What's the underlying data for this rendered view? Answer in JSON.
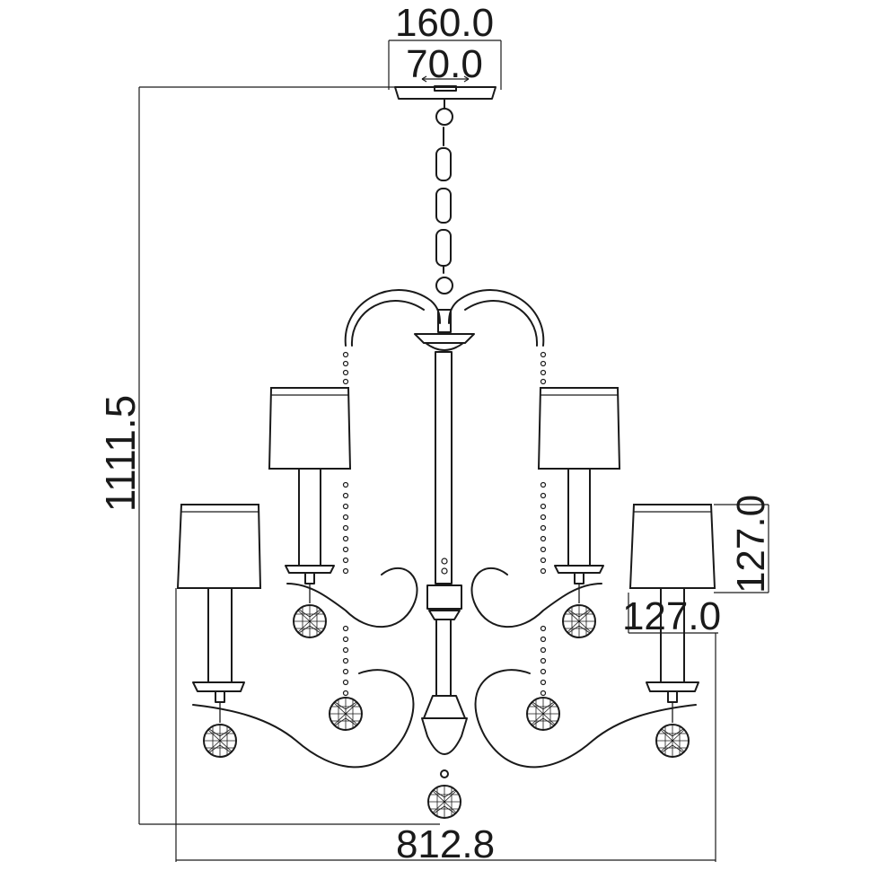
{
  "dimensions": {
    "canopy_width": "160.0",
    "canopy_depth": "70.0",
    "overall_height": "1111.5",
    "overall_width": "812.8",
    "shade_height": "127.0",
    "shade_width": "127.0"
  },
  "colors": {
    "line": "#1a1a1a",
    "background": "#ffffff"
  }
}
